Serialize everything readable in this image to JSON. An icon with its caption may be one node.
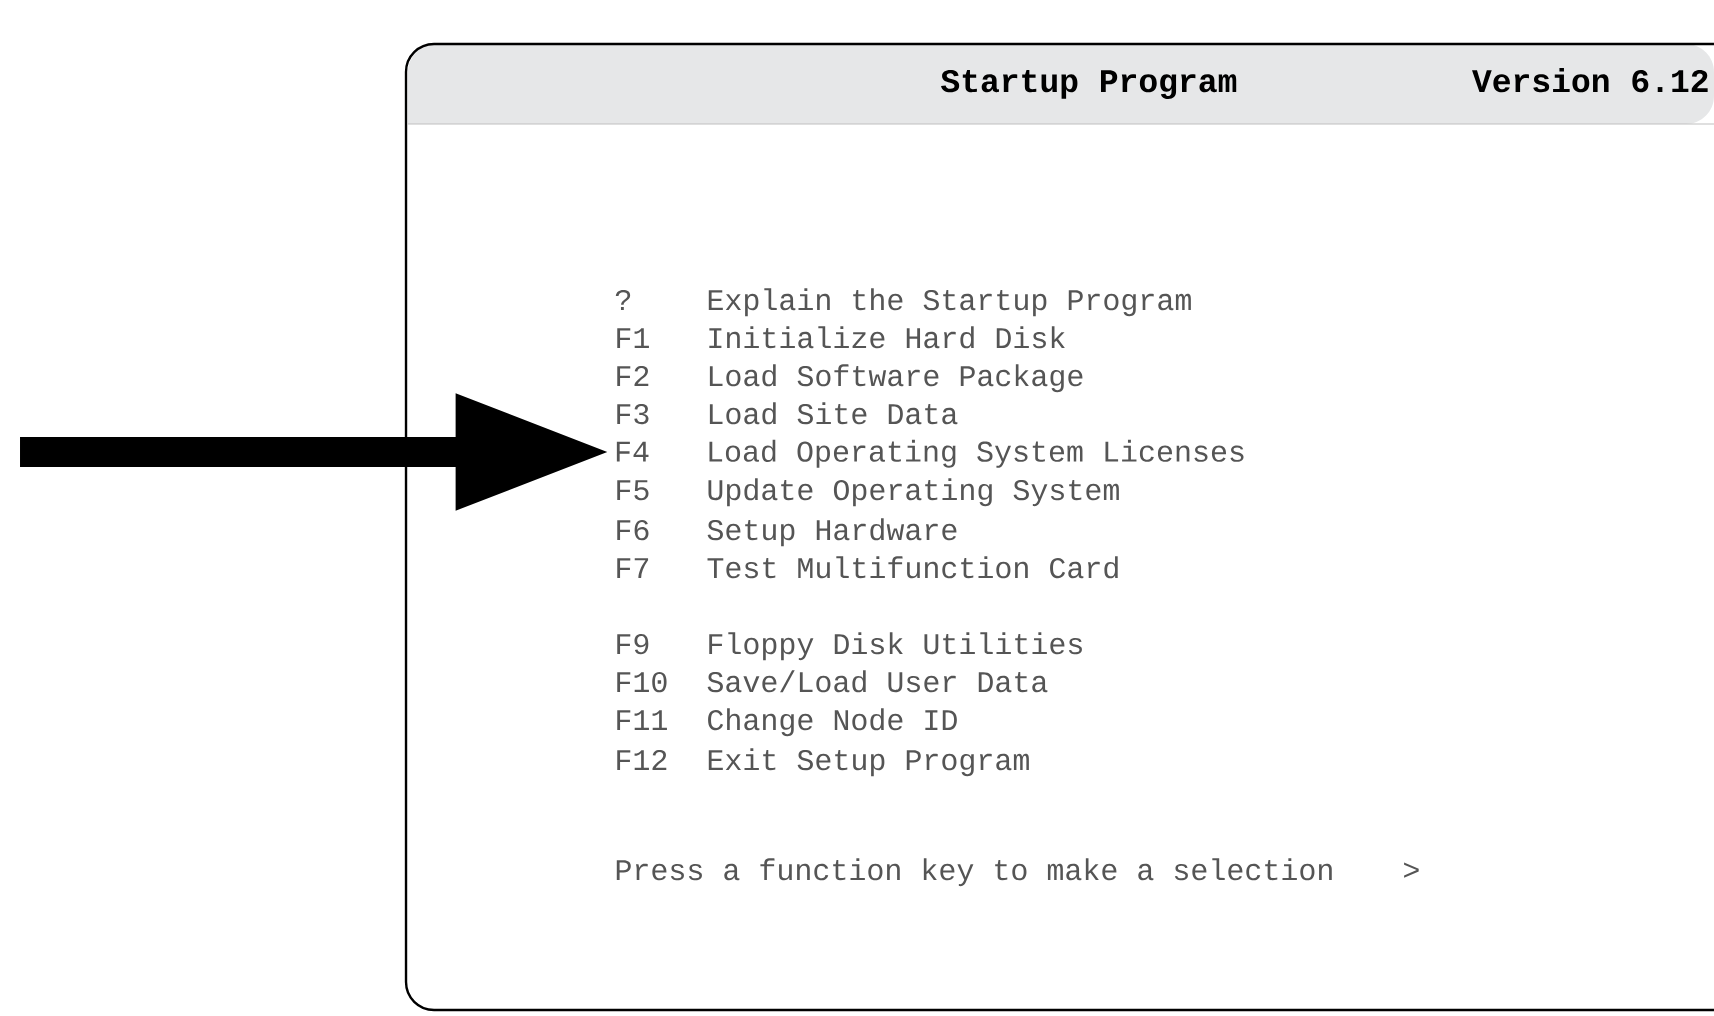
{
  "diagram": {
    "nodes": [
      {
        "text": [
          "Startup Program",
          "Version 6.12"
        ]
      },
      {
        "text": [
          "F4",
          "Load Operating System Licenses"
        ],
        "in": 0
      }
    ],
    "edges": [
      {
        "from": null,
        "to": 1,
        "arrow": "to"
      }
    ],
    "labels": [
      "?",
      "Explain the Startup Program",
      "F1",
      "Initialize Hard Disk",
      "F2",
      "Load Software Package",
      "F3",
      "Load Site Data",
      "F5",
      "Update Operating System",
      "F6",
      "Setup Hardware",
      "F7",
      "Test Multifunction Card",
      "F9",
      "Floppy Disk Utilities",
      "F10",
      "Save/Load User Data",
      "F11",
      "Change Node ID",
      "F12",
      "Exit Setup Program",
      "Press a function key to make a selection",
      ">"
    ]
  }
}
